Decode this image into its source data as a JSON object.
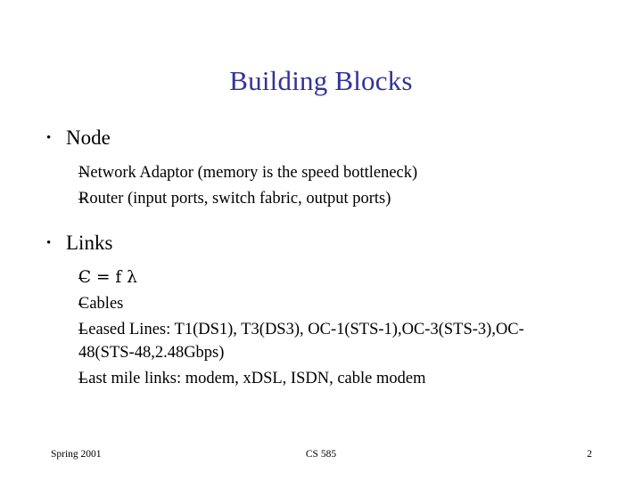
{
  "slide": {
    "title": "Building Blocks",
    "title_color": "#333399",
    "background_color": "#ffffff",
    "text_color": "#000000",
    "bullet_glyph": "•",
    "dash_glyph": "–"
  },
  "content": {
    "sections": [
      {
        "heading": "Node",
        "items": [
          "Network Adaptor (memory is the speed bottleneck)",
          "Router (input ports, switch fabric, output ports)"
        ]
      },
      {
        "heading": "Links",
        "items": [
          "C = f λ",
          "Cables",
          "Leased Lines: T1(DS1), T3(DS3), OC-1(STS-1),OC-3(STS-3),OC-48(STS-48,2.48Gbps)",
          "Last mile links: modem, xDSL, ISDN, cable modem"
        ]
      }
    ]
  },
  "footer": {
    "left": "Spring 2001",
    "center": "CS 585",
    "page_number": "2"
  }
}
